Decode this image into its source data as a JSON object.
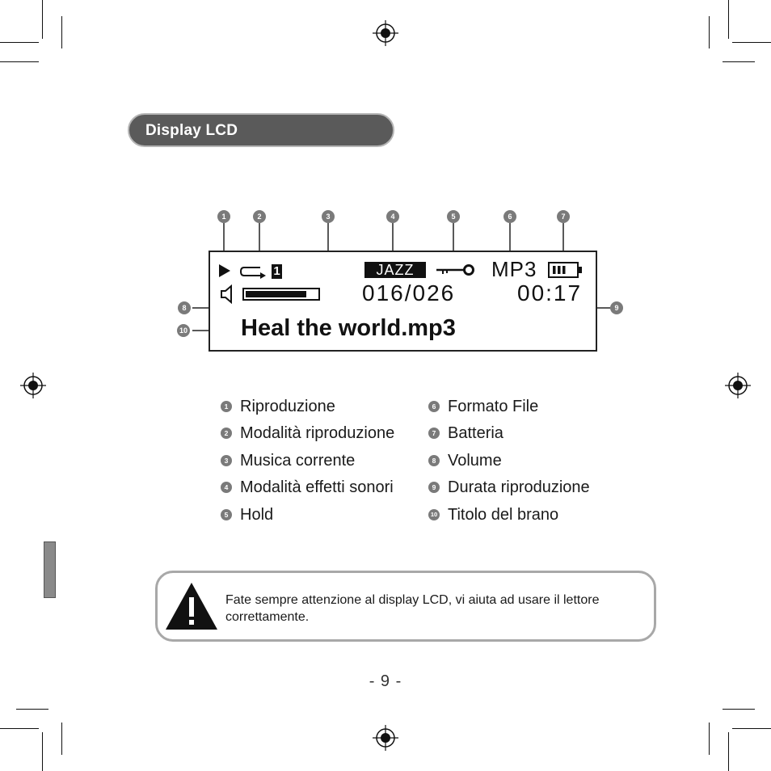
{
  "section": {
    "title": "Display LCD"
  },
  "lcd": {
    "eq_mode": "JAZZ",
    "repeat_number": "1",
    "track_counter": "016/026",
    "file_format": "MP3",
    "elapsed_time": "00:17",
    "track_title": "Heal the world.mp3",
    "volume_level": 0.85,
    "battery_bars": 3
  },
  "callouts": [
    "1",
    "2",
    "3",
    "4",
    "5",
    "6",
    "7",
    "8",
    "9",
    "10"
  ],
  "legend": {
    "left": [
      {
        "num": "1",
        "label": "Riproduzione"
      },
      {
        "num": "2",
        "label": "Modalità riproduzione"
      },
      {
        "num": "3",
        "label": "Musica corrente"
      },
      {
        "num": "4",
        "label": "Modalità effetti sonori"
      },
      {
        "num": "5",
        "label": "Hold"
      }
    ],
    "right": [
      {
        "num": "6",
        "label": "Formato File"
      },
      {
        "num": "7",
        "label": "Batteria"
      },
      {
        "num": "8",
        "label": "Volume"
      },
      {
        "num": "9",
        "label": "Durata riproduzione"
      },
      {
        "num": "10",
        "label": "Titolo del brano"
      }
    ]
  },
  "warning": {
    "text": "Fate sempre attenzione al display LCD, vi aiuta ad usare il lettore correttamente.",
    "icon": "warning-triangle-icon"
  },
  "page_number": "- 9 -",
  "colors": {
    "header_bg": "#5a5a5a",
    "badge": "#7a7a7a",
    "border_gray": "#a8a8a8"
  }
}
